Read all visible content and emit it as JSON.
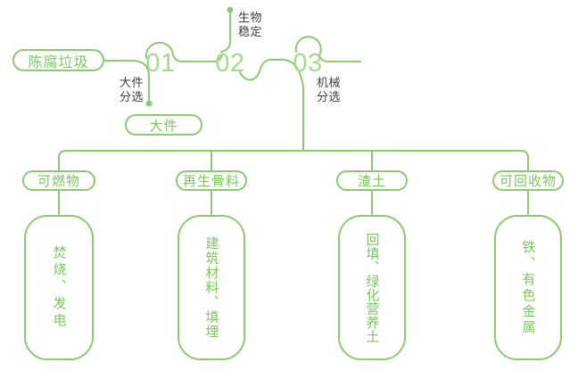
{
  "colors": {
    "line": "#8BC973",
    "green_text": "#7EC65F",
    "number": "#A6D98E",
    "dark_text": "#3E3E3E",
    "background": "#FFFFFF"
  },
  "diagram": {
    "root": "陈腐垃圾",
    "numbers": [
      "01",
      "02",
      "03"
    ],
    "step_labels": {
      "step1": "大件\n分选",
      "step2": "生物\n稳定",
      "step3": "机械\n分选"
    },
    "large_item": "大件",
    "branches": [
      {
        "category": "可燃物",
        "detail": "焚烧、发电"
      },
      {
        "category": "再生骨料",
        "detail": "建筑材料、填埋"
      },
      {
        "category": "渣土",
        "detail": "回填、绿化营养土"
      },
      {
        "category": "可回收物",
        "detail": "铁、有色金属"
      }
    ]
  }
}
